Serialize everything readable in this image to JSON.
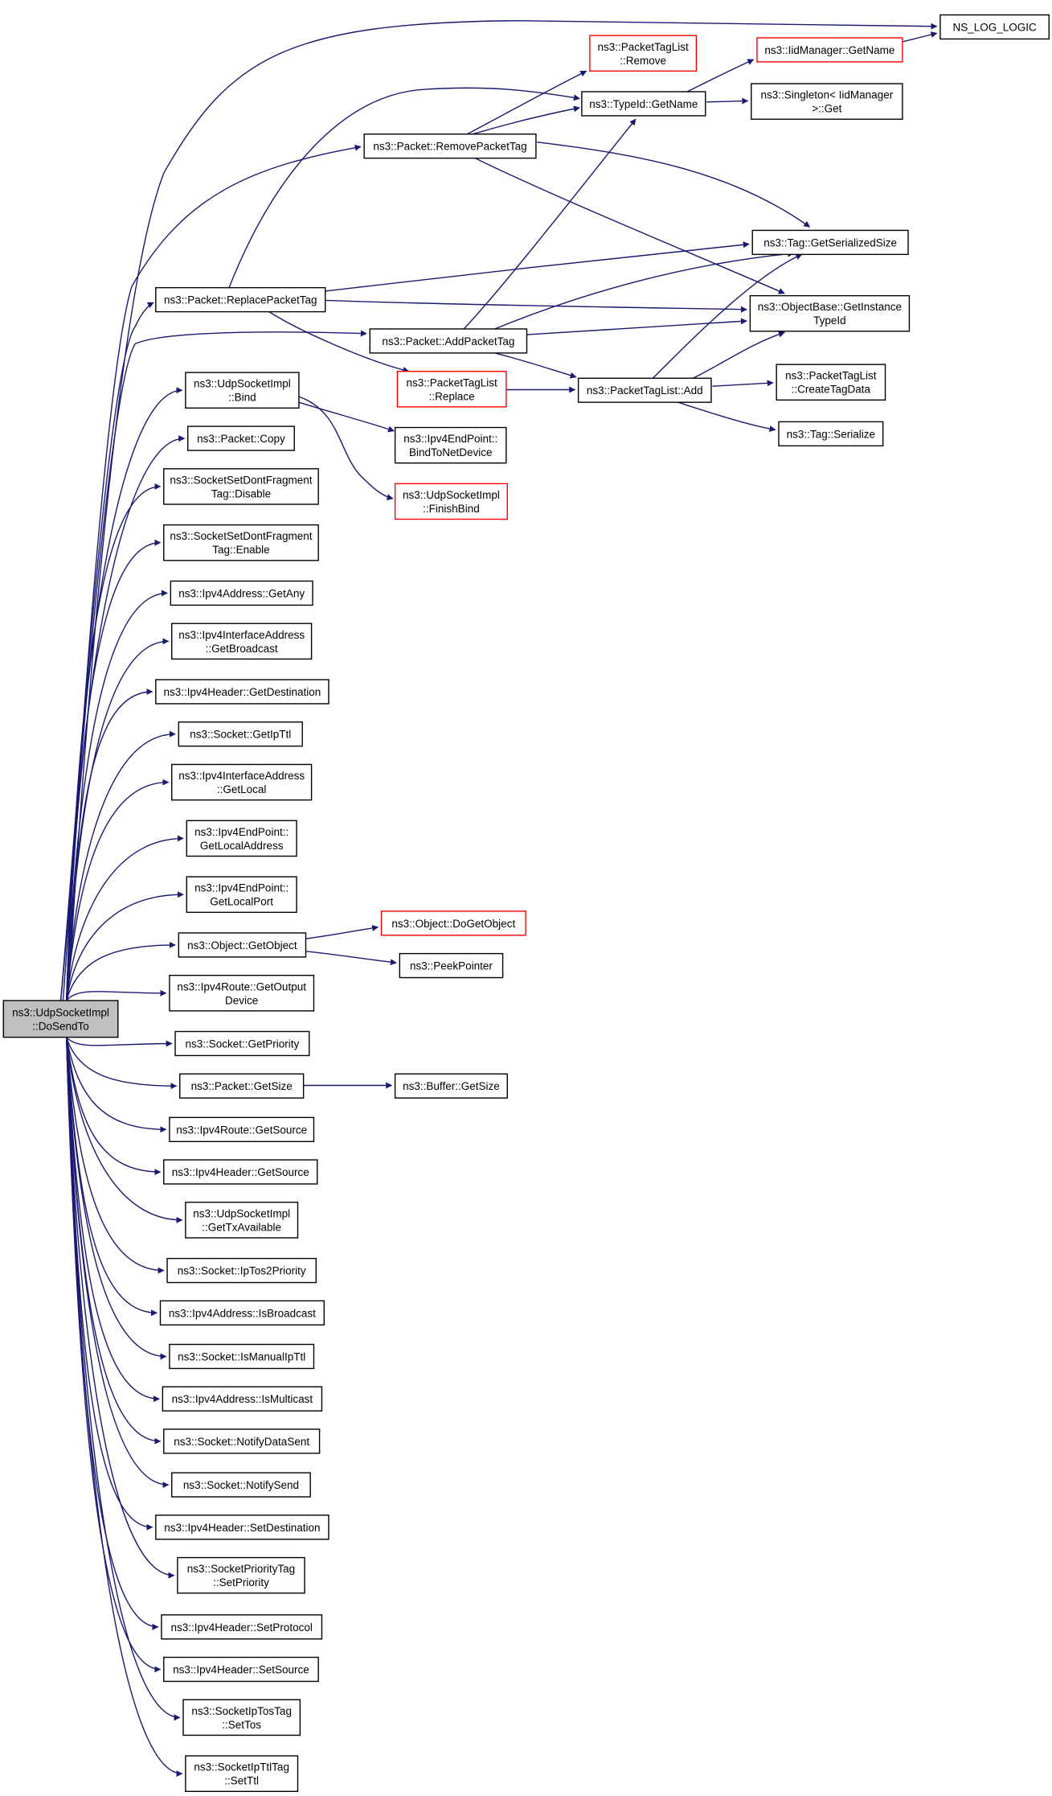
{
  "colors": {
    "edge": "#191970",
    "node_border": "#000000",
    "truncated_border": "#ff0000",
    "root_fill": "#bfbfbf",
    "node_fill": "#ffffff"
  },
  "nodes": [
    {
      "id": "dosendto",
      "lines": [
        "ns3::UdpSocketImpl",
        "::DoSendTo"
      ],
      "style": "root"
    },
    {
      "id": "ns_log_logic",
      "lines": [
        "NS_LOG_LOGIC"
      ],
      "style": "normal"
    },
    {
      "id": "tagremove",
      "lines": [
        "ns3::PacketTagList",
        "::Remove"
      ],
      "style": "truncated"
    },
    {
      "id": "iidgetname",
      "lines": [
        "ns3::IidManager::GetName"
      ],
      "style": "truncated"
    },
    {
      "id": "typeidgetname",
      "lines": [
        "ns3::TypeId::GetName"
      ],
      "style": "normal"
    },
    {
      "id": "singletonget",
      "lines": [
        "ns3::Singleton< IidManager",
        ">::Get"
      ],
      "style": "normal"
    },
    {
      "id": "removepackettag",
      "lines": [
        "ns3::Packet::RemovePacketTag"
      ],
      "style": "normal"
    },
    {
      "id": "tagserializedsize",
      "lines": [
        "ns3::Tag::GetSerializedSize"
      ],
      "style": "normal"
    },
    {
      "id": "replacepackettag",
      "lines": [
        "ns3::Packet::ReplacePacketTag"
      ],
      "style": "normal"
    },
    {
      "id": "getinstancetypeid",
      "lines": [
        "ns3::ObjectBase::GetInstance",
        "TypeId"
      ],
      "style": "normal"
    },
    {
      "id": "addpackettag",
      "lines": [
        "ns3::Packet::AddPacketTag"
      ],
      "style": "normal"
    },
    {
      "id": "udpbind",
      "lines": [
        "ns3::UdpSocketImpl",
        "::Bind"
      ],
      "style": "normal"
    },
    {
      "id": "tagreplace",
      "lines": [
        "ns3::PacketTagList",
        "::Replace"
      ],
      "style": "truncated"
    },
    {
      "id": "tagadd",
      "lines": [
        "ns3::PacketTagList::Add"
      ],
      "style": "normal"
    },
    {
      "id": "createtagdata",
      "lines": [
        "ns3::PacketTagList",
        "::CreateTagData"
      ],
      "style": "normal"
    },
    {
      "id": "tagserialize",
      "lines": [
        "ns3::Tag::Serialize"
      ],
      "style": "normal"
    },
    {
      "id": "packetcopy",
      "lines": [
        "ns3::Packet::Copy"
      ],
      "style": "normal"
    },
    {
      "id": "bindtonetdevice",
      "lines": [
        "ns3::Ipv4EndPoint::",
        "BindToNetDevice"
      ],
      "style": "normal"
    },
    {
      "id": "dontfragdisable",
      "lines": [
        "ns3::SocketSetDontFragment",
        "Tag::Disable"
      ],
      "style": "normal"
    },
    {
      "id": "finishbind",
      "lines": [
        "ns3::UdpSocketImpl",
        "::FinishBind"
      ],
      "style": "truncated"
    },
    {
      "id": "dontfragenable",
      "lines": [
        "ns3::SocketSetDontFragment",
        "Tag::Enable"
      ],
      "style": "normal"
    },
    {
      "id": "ipv4getany",
      "lines": [
        "ns3::Ipv4Address::GetAny"
      ],
      "style": "normal"
    },
    {
      "id": "getbroadcast",
      "lines": [
        "ns3::Ipv4InterfaceAddress",
        "::GetBroadcast"
      ],
      "style": "normal"
    },
    {
      "id": "getdestination",
      "lines": [
        "ns3::Ipv4Header::GetDestination"
      ],
      "style": "normal"
    },
    {
      "id": "getipttl",
      "lines": [
        "ns3::Socket::GetIpTtl"
      ],
      "style": "normal"
    },
    {
      "id": "getlocal",
      "lines": [
        "ns3::Ipv4InterfaceAddress",
        "::GetLocal"
      ],
      "style": "normal"
    },
    {
      "id": "getlocaladdress",
      "lines": [
        "ns3::Ipv4EndPoint::",
        "GetLocalAddress"
      ],
      "style": "normal"
    },
    {
      "id": "getlocalport",
      "lines": [
        "ns3::Ipv4EndPoint::",
        "GetLocalPort"
      ],
      "style": "normal"
    },
    {
      "id": "objectgetobject",
      "lines": [
        "ns3::Object::GetObject"
      ],
      "style": "normal"
    },
    {
      "id": "dogetobject",
      "lines": [
        "ns3::Object::DoGetObject"
      ],
      "style": "truncated"
    },
    {
      "id": "peekpointer",
      "lines": [
        "ns3::PeekPointer"
      ],
      "style": "normal"
    },
    {
      "id": "getoutputdevice",
      "lines": [
        "ns3::Ipv4Route::GetOutput",
        "Device"
      ],
      "style": "normal"
    },
    {
      "id": "getpriority",
      "lines": [
        "ns3::Socket::GetPriority"
      ],
      "style": "normal"
    },
    {
      "id": "packetgetsize",
      "lines": [
        "ns3::Packet::GetSize"
      ],
      "style": "normal"
    },
    {
      "id": "buffergetsize",
      "lines": [
        "ns3::Buffer::GetSize"
      ],
      "style": "normal"
    },
    {
      "id": "routegetsource",
      "lines": [
        "ns3::Ipv4Route::GetSource"
      ],
      "style": "normal"
    },
    {
      "id": "headergetsource",
      "lines": [
        "ns3::Ipv4Header::GetSource"
      ],
      "style": "normal"
    },
    {
      "id": "gettxavailable",
      "lines": [
        "ns3::UdpSocketImpl",
        "::GetTxAvailable"
      ],
      "style": "normal"
    },
    {
      "id": "iptos2priority",
      "lines": [
        "ns3::Socket::IpTos2Priority"
      ],
      "style": "normal"
    },
    {
      "id": "isbroadcast",
      "lines": [
        "ns3::Ipv4Address::IsBroadcast"
      ],
      "style": "normal"
    },
    {
      "id": "ismanualipttl",
      "lines": [
        "ns3::Socket::IsManualIpTtl"
      ],
      "style": "normal"
    },
    {
      "id": "ismulticast",
      "lines": [
        "ns3::Ipv4Address::IsMulticast"
      ],
      "style": "normal"
    },
    {
      "id": "notifydatasent",
      "lines": [
        "ns3::Socket::NotifyDataSent"
      ],
      "style": "normal"
    },
    {
      "id": "notifysend",
      "lines": [
        "ns3::Socket::NotifySend"
      ],
      "style": "normal"
    },
    {
      "id": "setdestination",
      "lines": [
        "ns3::Ipv4Header::SetDestination"
      ],
      "style": "normal"
    },
    {
      "id": "setpriority",
      "lines": [
        "ns3::SocketPriorityTag",
        "::SetPriority"
      ],
      "style": "normal"
    },
    {
      "id": "setprotocol",
      "lines": [
        "ns3::Ipv4Header::SetProtocol"
      ],
      "style": "normal"
    },
    {
      "id": "setsource",
      "lines": [
        "ns3::Ipv4Header::SetSource"
      ],
      "style": "normal"
    },
    {
      "id": "settos",
      "lines": [
        "ns3::SocketIpTosTag",
        "::SetTos"
      ],
      "style": "normal"
    },
    {
      "id": "setttl",
      "lines": [
        "ns3::SocketIpTtlTag",
        "::SetTtl"
      ],
      "style": "normal"
    }
  ],
  "edges": [
    [
      "dosendto",
      "ns_log_logic"
    ],
    [
      "dosendto",
      "removepackettag"
    ],
    [
      "dosendto",
      "replacepackettag"
    ],
    [
      "dosendto",
      "addpackettag"
    ],
    [
      "dosendto",
      "udpbind"
    ],
    [
      "dosendto",
      "packetcopy"
    ],
    [
      "dosendto",
      "dontfragdisable"
    ],
    [
      "dosendto",
      "dontfragenable"
    ],
    [
      "dosendto",
      "ipv4getany"
    ],
    [
      "dosendto",
      "getbroadcast"
    ],
    [
      "dosendto",
      "getdestination"
    ],
    [
      "dosendto",
      "getipttl"
    ],
    [
      "dosendto",
      "getlocal"
    ],
    [
      "dosendto",
      "getlocaladdress"
    ],
    [
      "dosendto",
      "getlocalport"
    ],
    [
      "dosendto",
      "objectgetobject"
    ],
    [
      "dosendto",
      "getoutputdevice"
    ],
    [
      "dosendto",
      "getpriority"
    ],
    [
      "dosendto",
      "packetgetsize"
    ],
    [
      "dosendto",
      "routegetsource"
    ],
    [
      "dosendto",
      "headergetsource"
    ],
    [
      "dosendto",
      "gettxavailable"
    ],
    [
      "dosendto",
      "iptos2priority"
    ],
    [
      "dosendto",
      "isbroadcast"
    ],
    [
      "dosendto",
      "ismanualipttl"
    ],
    [
      "dosendto",
      "ismulticast"
    ],
    [
      "dosendto",
      "notifydatasent"
    ],
    [
      "dosendto",
      "notifysend"
    ],
    [
      "dosendto",
      "setdestination"
    ],
    [
      "dosendto",
      "setpriority"
    ],
    [
      "dosendto",
      "setprotocol"
    ],
    [
      "dosendto",
      "setsource"
    ],
    [
      "dosendto",
      "settos"
    ],
    [
      "dosendto",
      "setttl"
    ],
    [
      "removepackettag",
      "tagremove"
    ],
    [
      "removepackettag",
      "typeidgetname"
    ],
    [
      "removepackettag",
      "tagserializedsize"
    ],
    [
      "removepackettag",
      "getinstancetypeid"
    ],
    [
      "replacepackettag",
      "typeidgetname"
    ],
    [
      "replacepackettag",
      "tagserializedsize"
    ],
    [
      "replacepackettag",
      "getinstancetypeid"
    ],
    [
      "replacepackettag",
      "tagreplace"
    ],
    [
      "addpackettag",
      "typeidgetname"
    ],
    [
      "addpackettag",
      "tagserializedsize"
    ],
    [
      "addpackettag",
      "getinstancetypeid"
    ],
    [
      "addpackettag",
      "tagadd"
    ],
    [
      "typeidgetname",
      "iidgetname"
    ],
    [
      "typeidgetname",
      "singletonget"
    ],
    [
      "iidgetname",
      "ns_log_logic"
    ],
    [
      "tagreplace",
      "tagadd"
    ],
    [
      "tagadd",
      "tagserializedsize"
    ],
    [
      "tagadd",
      "getinstancetypeid"
    ],
    [
      "tagadd",
      "createtagdata"
    ],
    [
      "tagadd",
      "tagserialize"
    ],
    [
      "udpbind",
      "bindtonetdevice"
    ],
    [
      "udpbind",
      "finishbind"
    ],
    [
      "objectgetobject",
      "dogetobject"
    ],
    [
      "objectgetobject",
      "peekpointer"
    ],
    [
      "packetgetsize",
      "buffergetsize"
    ]
  ]
}
